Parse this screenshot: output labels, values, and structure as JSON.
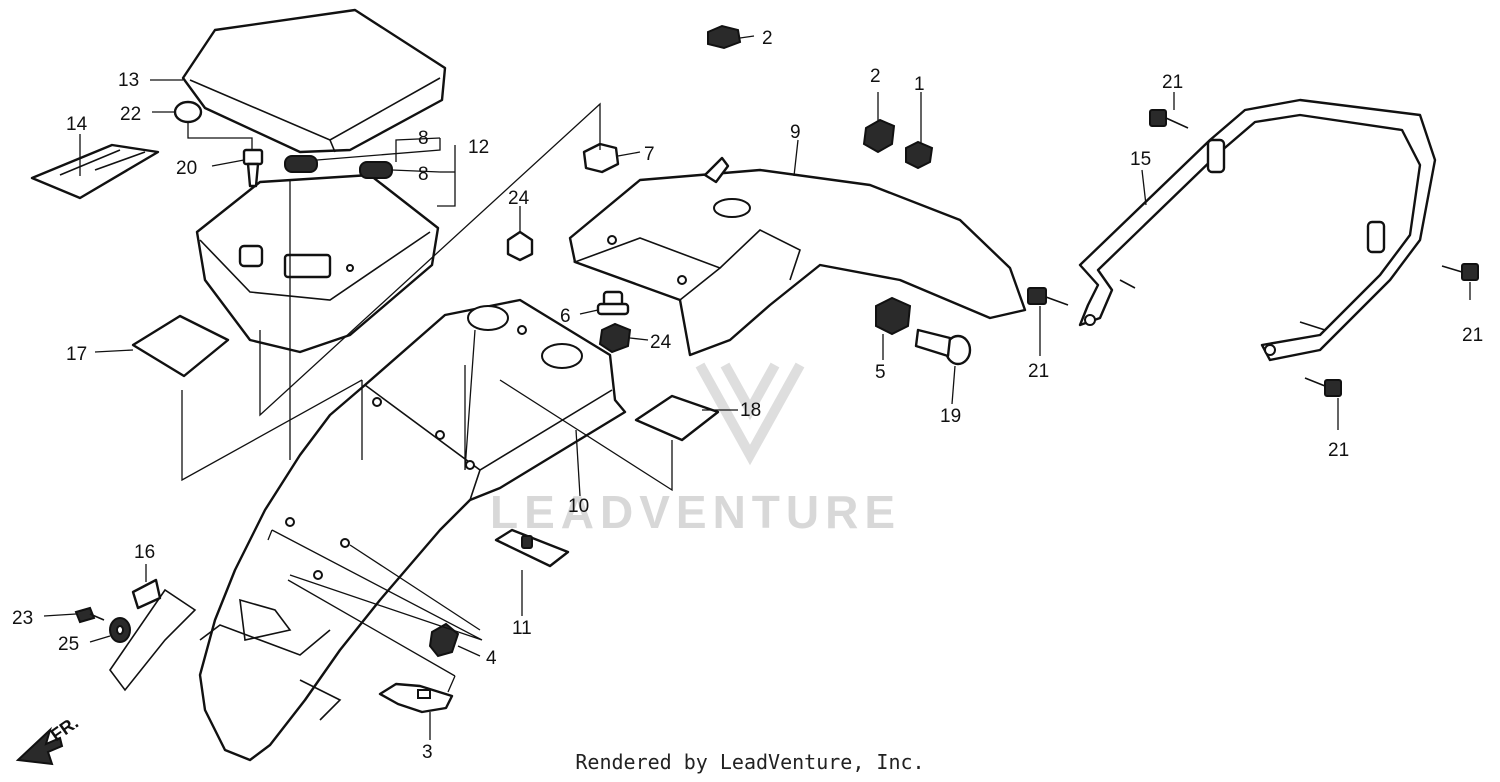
{
  "watermark": {
    "text": "LEADVENTURE"
  },
  "footer": {
    "text": "Rendered by LeadVenture, Inc."
  },
  "direction_label": "FR.",
  "callouts": {
    "c1": "1",
    "c2a": "2",
    "c2b": "2",
    "c3": "3",
    "c4": "4",
    "c5": "5",
    "c6": "6",
    "c7": "7",
    "c8a": "8",
    "c8b": "8",
    "c9": "9",
    "c10": "10",
    "c11": "11",
    "c12": "12",
    "c13": "13",
    "c14": "14",
    "c15": "15",
    "c16": "16",
    "c17": "17",
    "c18": "18",
    "c19": "19",
    "c20": "20",
    "c21a": "21",
    "c21b": "21",
    "c21c": "21",
    "c21d": "21",
    "c22": "22",
    "c23": "23",
    "c24a": "24",
    "c24b": "24",
    "c25": "25"
  },
  "colors": {
    "line": "#111111",
    "watermark": "#d8d8d8",
    "background": "#ffffff"
  }
}
